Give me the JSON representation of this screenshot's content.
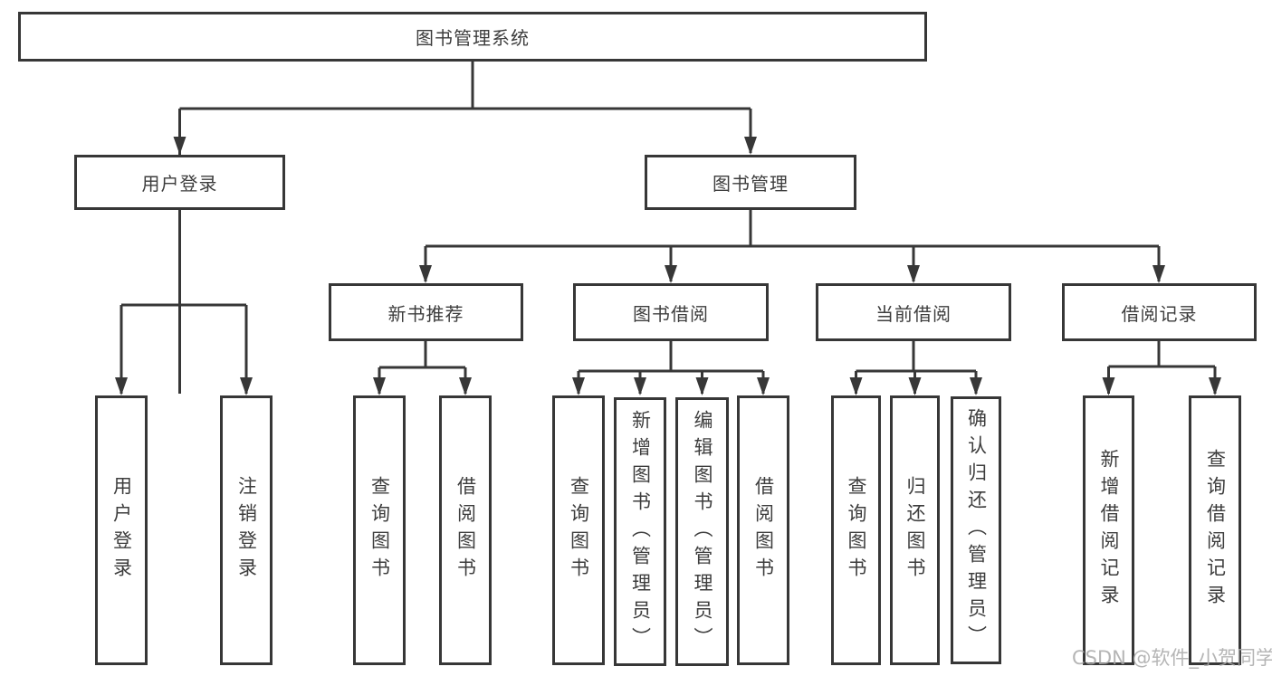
{
  "diagram": {
    "type": "hierarchy-tree",
    "colors": {
      "line": "#373737",
      "box_border": "#373737",
      "text": "#3d3d3d",
      "background": "#ffffff",
      "watermark": "#a8a8a8"
    },
    "nodes": {
      "root": {
        "label": "图书管理系统"
      },
      "user_login": {
        "label": "用户登录"
      },
      "book_mgmt": {
        "label": "图书管理"
      },
      "new_book_rec": {
        "label": "新书推荐"
      },
      "book_borrow": {
        "label": "图书借阅"
      },
      "current_borrow": {
        "label": "当前借阅"
      },
      "borrow_record": {
        "label": "借阅记录"
      },
      "leaf_user_login": {
        "label": "用户登录"
      },
      "leaf_logout": {
        "label": "注销登录"
      },
      "leaf_query_book_rec": {
        "label": "查询图书"
      },
      "leaf_borrow_book_rec": {
        "label": "借阅图书"
      },
      "leaf_query_book_borrow": {
        "label": "查询图书"
      },
      "leaf_add_book": {
        "label": "新增图书（管理员）"
      },
      "leaf_edit_book": {
        "label": "编辑图书（管理员）"
      },
      "leaf_borrow_book": {
        "label": "借阅图书"
      },
      "leaf_query_book_current": {
        "label": "查询图书"
      },
      "leaf_return_book": {
        "label": "归还图书"
      },
      "leaf_confirm_return": {
        "label": "确认归还（管理员）"
      },
      "leaf_add_borrow_record": {
        "label": "新增借阅记录"
      },
      "leaf_query_borrow_record": {
        "label": "查询借阅记录"
      }
    },
    "edges": [
      [
        "图书管理系统",
        "用户登录"
      ],
      [
        "图书管理系统",
        "图书管理"
      ],
      [
        "用户登录",
        "用户登录(叶)"
      ],
      [
        "用户登录",
        "注销登录"
      ],
      [
        "图书管理",
        "新书推荐"
      ],
      [
        "图书管理",
        "图书借阅"
      ],
      [
        "图书管理",
        "当前借阅"
      ],
      [
        "图书管理",
        "借阅记录"
      ],
      [
        "新书推荐",
        "查询图书"
      ],
      [
        "新书推荐",
        "借阅图书"
      ],
      [
        "图书借阅",
        "查询图书"
      ],
      [
        "图书借阅",
        "新增图书（管理员）"
      ],
      [
        "图书借阅",
        "编辑图书（管理员）"
      ],
      [
        "图书借阅",
        "借阅图书"
      ],
      [
        "当前借阅",
        "查询图书"
      ],
      [
        "当前借阅",
        "归还图书"
      ],
      [
        "当前借阅",
        "确认归还（管理员）"
      ],
      [
        "借阅记录",
        "新增借阅记录"
      ],
      [
        "借阅记录",
        "查询借阅记录"
      ]
    ]
  },
  "watermark": "CSDN @软件_小贺同学"
}
